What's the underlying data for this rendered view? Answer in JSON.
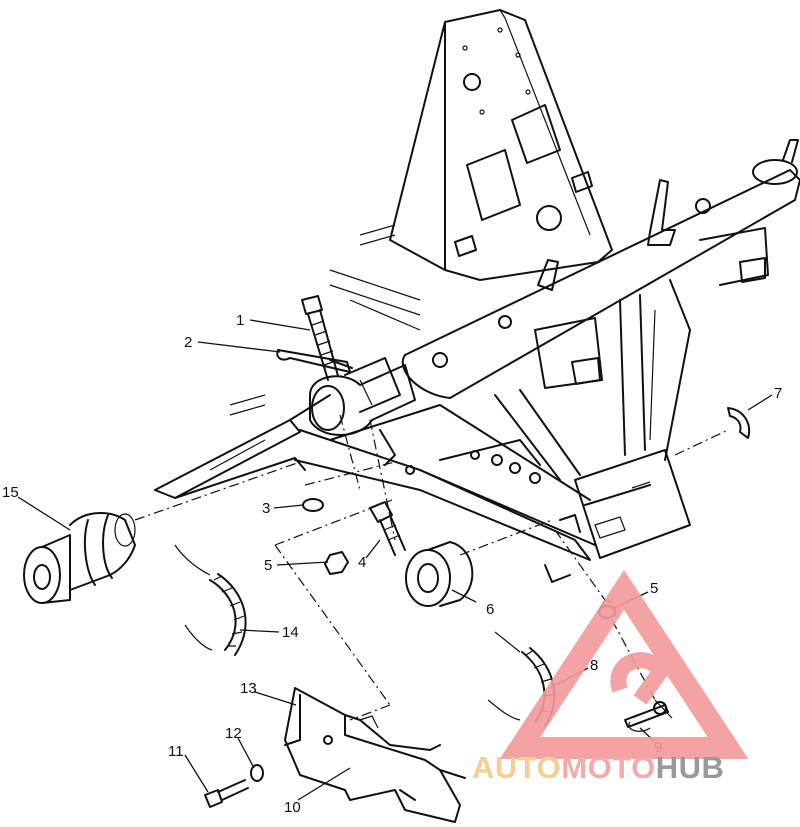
{
  "callouts": [
    {
      "id": "1",
      "label": "1"
    },
    {
      "id": "2",
      "label": "2"
    },
    {
      "id": "3",
      "label": "3"
    },
    {
      "id": "4",
      "label": "4"
    },
    {
      "id": "5a",
      "label": "5"
    },
    {
      "id": "5b",
      "label": "5"
    },
    {
      "id": "6",
      "label": "6"
    },
    {
      "id": "7",
      "label": "7"
    },
    {
      "id": "8",
      "label": "8"
    },
    {
      "id": "9",
      "label": "9"
    },
    {
      "id": "10",
      "label": "10"
    },
    {
      "id": "11",
      "label": "11"
    },
    {
      "id": "12",
      "label": "12"
    },
    {
      "id": "13",
      "label": "13"
    },
    {
      "id": "14",
      "label": "14"
    },
    {
      "id": "15",
      "label": "15"
    }
  ],
  "watermark": {
    "part1": "AUTO",
    "part2": "MOTO",
    "part3": "HUB",
    "colors": {
      "auto": "#f3c98a",
      "moto": "#f0a3a3",
      "hub": "#8f8f8f",
      "triangle": "#f29a9a"
    }
  }
}
